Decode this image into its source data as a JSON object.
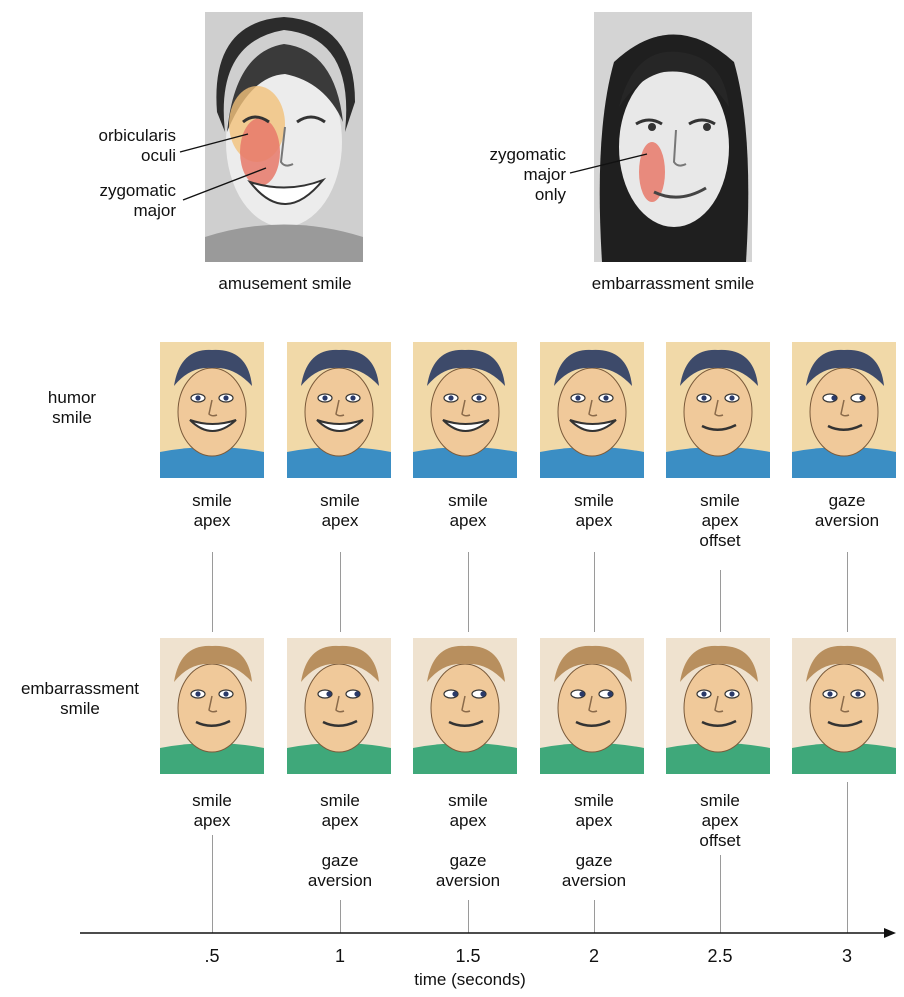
{
  "top": {
    "amusement_caption": "amusement smile",
    "embarrassment_caption": "embarrassment smile",
    "label_orbicularis": "orbicularis\noculi",
    "label_zygomatic": "zygomatic\nmajor",
    "label_zygomatic_only": "zygomatic\nmajor\nonly"
  },
  "rows": [
    {
      "row_label": "humor\nsmile",
      "events": [
        "smile\napex",
        "smile\napex",
        "smile\napex",
        "smile\napex",
        "smile\napex\noffset",
        "gaze\naversion"
      ]
    },
    {
      "row_label": "embarrassment\nsmile",
      "events": [
        "smile\napex",
        "smile\napex\n\ngaze\naversion",
        "smile\napex\n\ngaze\naversion",
        "smile\napex\n\ngaze\naversion",
        "smile\napex\noffset",
        ""
      ]
    }
  ],
  "axis": {
    "title": "time (seconds)",
    "ticks": [
      ".5",
      "1",
      "1.5",
      "2",
      "2.5",
      "3"
    ]
  },
  "colors": {
    "muscle_highlight": "#e8796a",
    "muscle_glow": "#f2c27a",
    "humor_bg": "#f1d9a8",
    "humor_shirt": "#3b8ec4",
    "embarrass_bg": "#efe2cf",
    "embarrass_shirt": "#3fa87a",
    "guide_line": "#9a9a9a"
  }
}
